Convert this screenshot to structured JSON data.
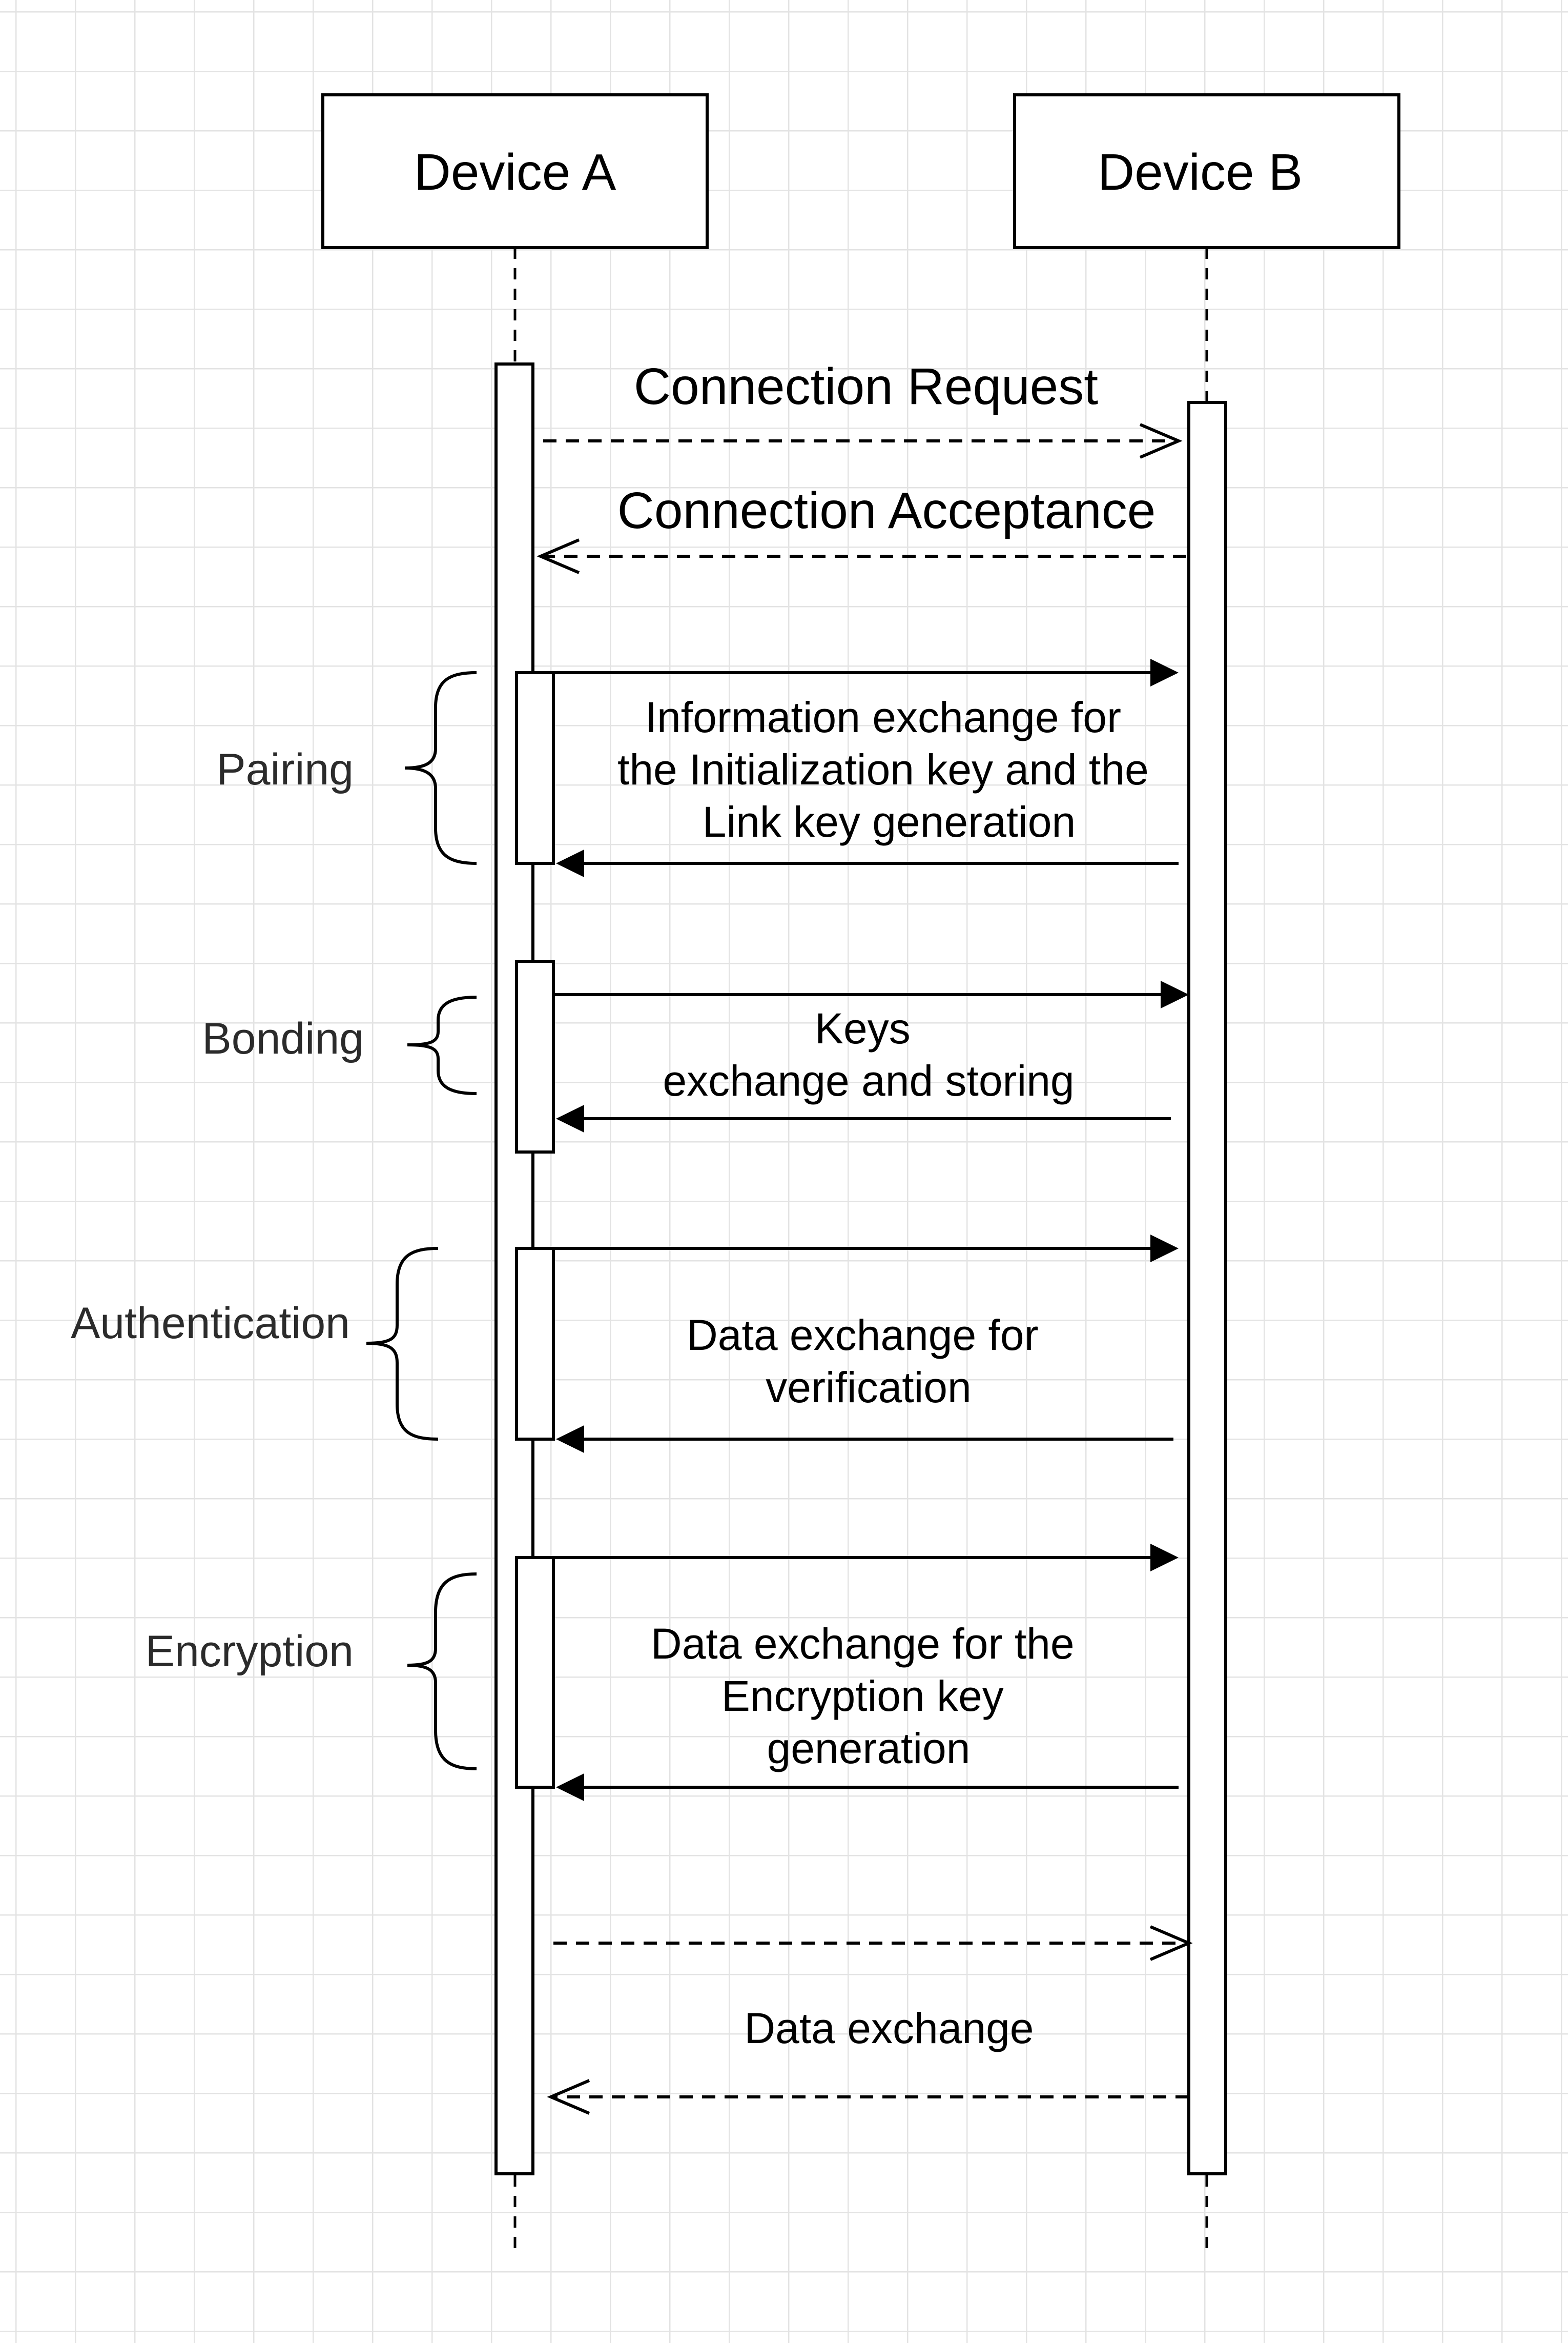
{
  "diagram": {
    "type": "sequence",
    "actors": [
      {
        "id": "A",
        "label": "Device A"
      },
      {
        "id": "B",
        "label": "Device B"
      }
    ],
    "messages": [
      {
        "from": "A",
        "to": "B",
        "style": "dashed",
        "label": "Connection Request"
      },
      {
        "from": "B",
        "to": "A",
        "style": "dashed",
        "label": "Connection Acceptance"
      },
      {
        "pair": "solid",
        "lines": [
          "Information exchange for",
          "the Initialization key and the",
          "Link key generation"
        ]
      },
      {
        "pair": "solid",
        "lines": [
          "Keys",
          "exchange and storing"
        ]
      },
      {
        "pair": "solid",
        "lines": [
          "Data exchange for",
          "verification"
        ]
      },
      {
        "pair": "solid",
        "lines": [
          "Data exchange for the",
          "Encryption key",
          "generation"
        ]
      },
      {
        "pair": "dashed",
        "lines": [
          "Data exchange"
        ]
      }
    ],
    "phases": [
      {
        "label": "Pairing"
      },
      {
        "label": "Bonding"
      },
      {
        "label": "Authentication"
      },
      {
        "label": "Encryption"
      }
    ],
    "colors": {
      "grid": "#e3e3e3",
      "line": "#000000",
      "phase_text": "#2b2b2b",
      "background": "#ffffff"
    }
  }
}
